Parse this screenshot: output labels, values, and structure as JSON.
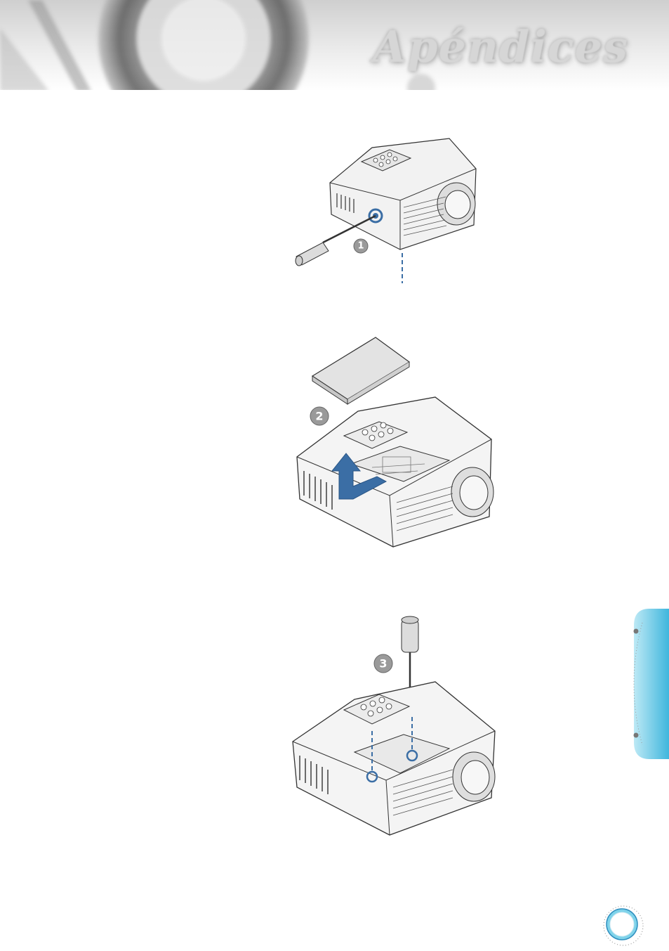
{
  "header": {
    "title": "Apéndices"
  },
  "steps": [
    {
      "number": "1"
    },
    {
      "number": "2"
    },
    {
      "number": "3"
    }
  ],
  "colors": {
    "accent_blue": "#3b6ea5",
    "tab_cyan": "#5ec8e6",
    "badge_grey": "#9a9a9a"
  }
}
